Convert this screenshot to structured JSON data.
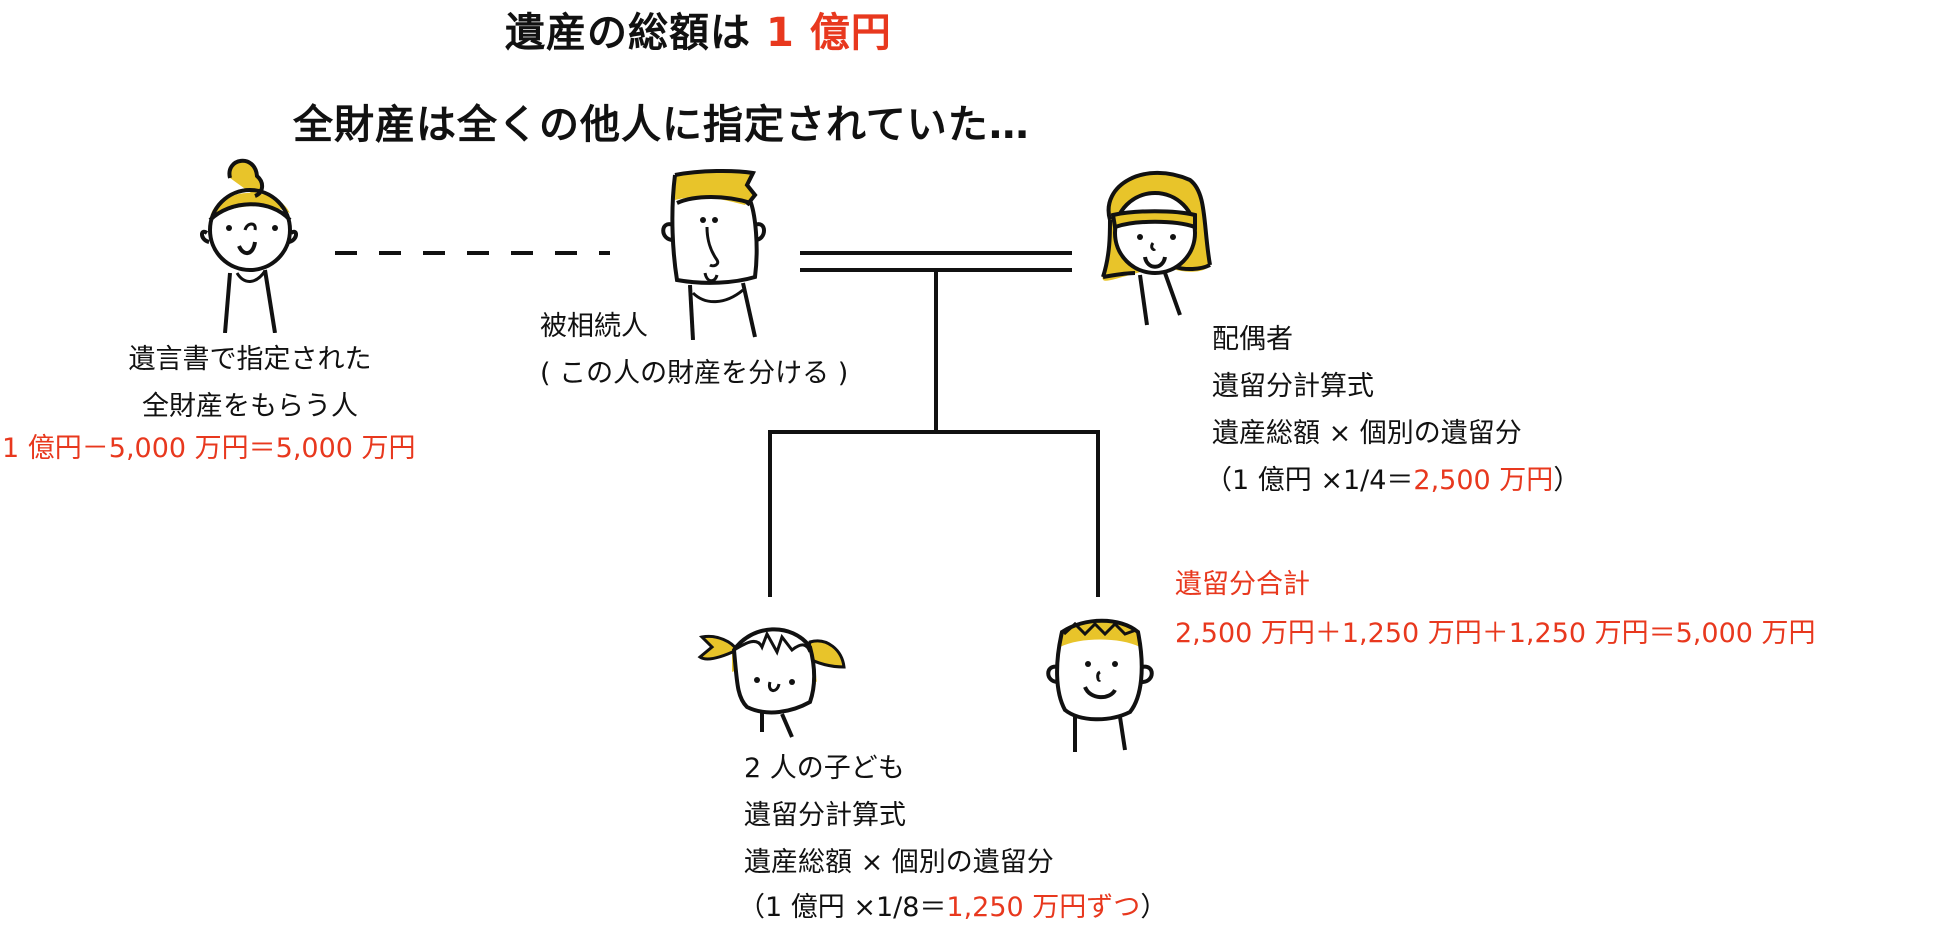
{
  "header": {
    "line1_prefix": "遺産の総額は",
    "line1_highlight": "1 億円",
    "line2": "全財産は全くの他人に指定されていた…"
  },
  "people": {
    "beneficiary": {
      "icon": "woman-hair-bun-icon",
      "label_line1": "遺言書で指定された",
      "label_line2": "全財産をもらう人",
      "calc": "1 億円－5,000 万円＝5,000 万円"
    },
    "deceased": {
      "icon": "man-square-face-icon",
      "label_line1": "被相続人",
      "label_line2": "( この人の財産を分ける )"
    },
    "spouse": {
      "icon": "woman-long-hair-icon",
      "label": "配偶者",
      "formula_title": "遺留分計算式",
      "formula": "遺産総額 × 個別の遺留分",
      "calc_prefix": "（1 億円 ×1/4＝",
      "calc_result": "2,500 万円",
      "calc_suffix": "）"
    },
    "children": {
      "icon_girl": "girl-pigtails-icon",
      "icon_boy": "boy-icon",
      "label": "2 人の子ども",
      "formula_title": "遺留分計算式",
      "formula": "遺産総額 × 個別の遺留分",
      "calc_prefix": "（1 億円 ×1/8＝",
      "calc_result": "1,250 万円ずつ",
      "calc_suffix": "）"
    }
  },
  "total": {
    "title": "遺留分合計",
    "calc": "2,500 万円＋1,250 万円＋1,250 万円＝5,000 万円"
  },
  "colors": {
    "accent_red": "#e8381e",
    "hair_yellow": "#e8c42a",
    "line_black": "#111111"
  }
}
